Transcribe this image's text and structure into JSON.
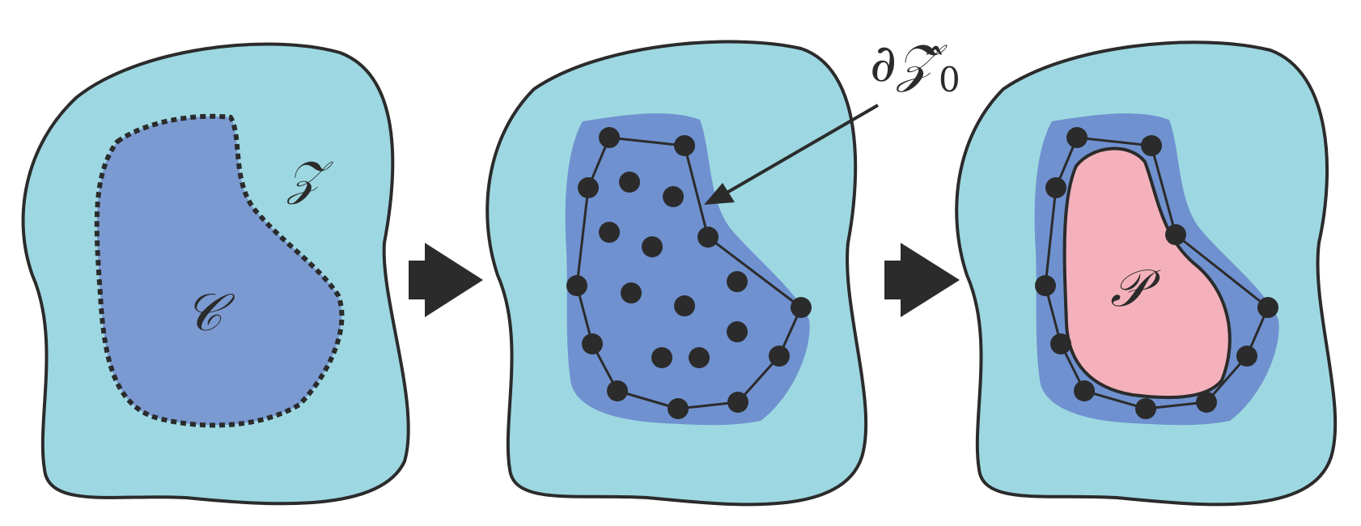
{
  "colors": {
    "outer_region": "#9dd8e2",
    "inner_region": "#7a9ad1",
    "inner_region_light": "#6f91cf",
    "p_region": "#f4b1bb",
    "ink": "#2b2b2b"
  },
  "labels": {
    "z_label": "𝒵",
    "c_label": "𝒞",
    "p_label": "𝒫",
    "boundary_label": "∂𝒵̂",
    "boundary_subscript": "0"
  },
  "icons": {
    "step_arrow_1": "right-arrow-icon",
    "step_arrow_2": "right-arrow-icon",
    "pointer_arrow": "pointer-arrow-icon"
  }
}
